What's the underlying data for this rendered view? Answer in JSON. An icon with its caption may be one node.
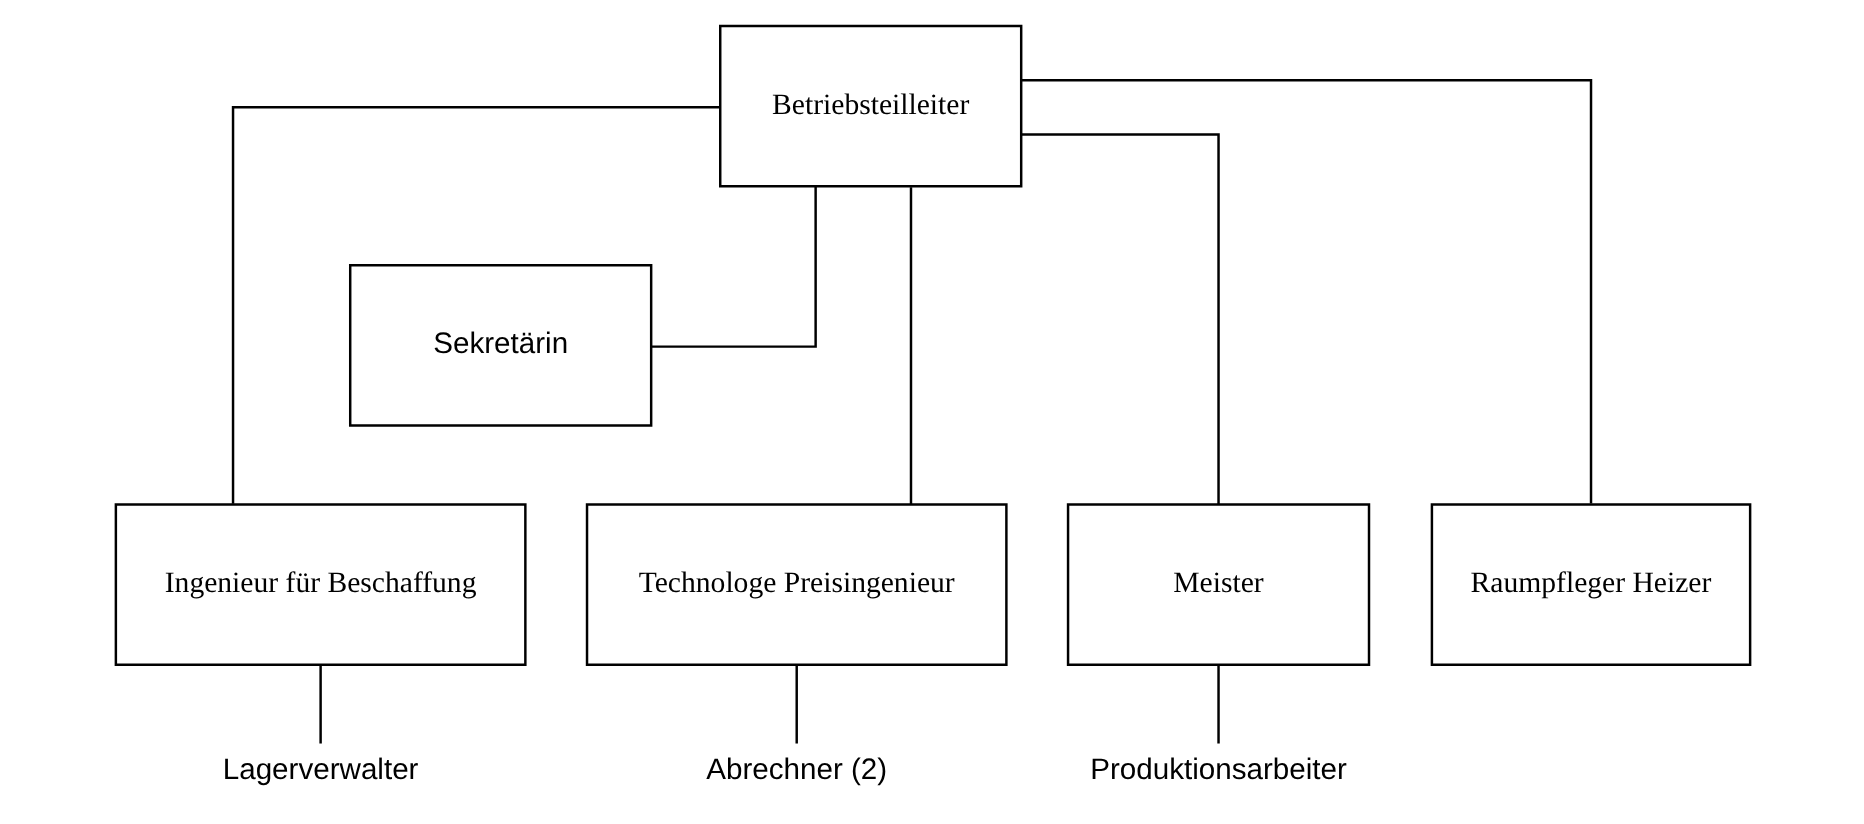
{
  "diagram": {
    "nodes": [
      {
        "text": [
          "Betriebsteilleiter"
        ]
      },
      {
        "text": [
          "Sekretärin"
        ]
      },
      {
        "text": [
          "Ingenieur für Beschaffung"
        ]
      },
      {
        "text": [
          "Technologe Preisingenieur"
        ]
      },
      {
        "text": [
          "Meister"
        ]
      },
      {
        "text": [
          "Raumpfleger Heizer"
        ]
      },
      {
        "text": [
          "Lagerverwalter"
        ]
      },
      {
        "text": [
          "Abrechner (2)"
        ]
      },
      {
        "text": [
          "Produktionsarbeiter"
        ]
      }
    ],
    "edges": [
      {
        "from": 0,
        "to": 1,
        "arrow": "none"
      },
      {
        "from": 0,
        "to": 2,
        "arrow": "none"
      },
      {
        "from": 0,
        "to": 3,
        "arrow": "none"
      },
      {
        "from": 0,
        "to": 4,
        "arrow": "none"
      },
      {
        "from": 0,
        "to": 5,
        "arrow": "none"
      },
      {
        "from": 2,
        "to": 6,
        "arrow": "none"
      },
      {
        "from": 3,
        "to": 7,
        "arrow": "none"
      },
      {
        "from": 4,
        "to": 8,
        "arrow": "none"
      }
    ]
  }
}
